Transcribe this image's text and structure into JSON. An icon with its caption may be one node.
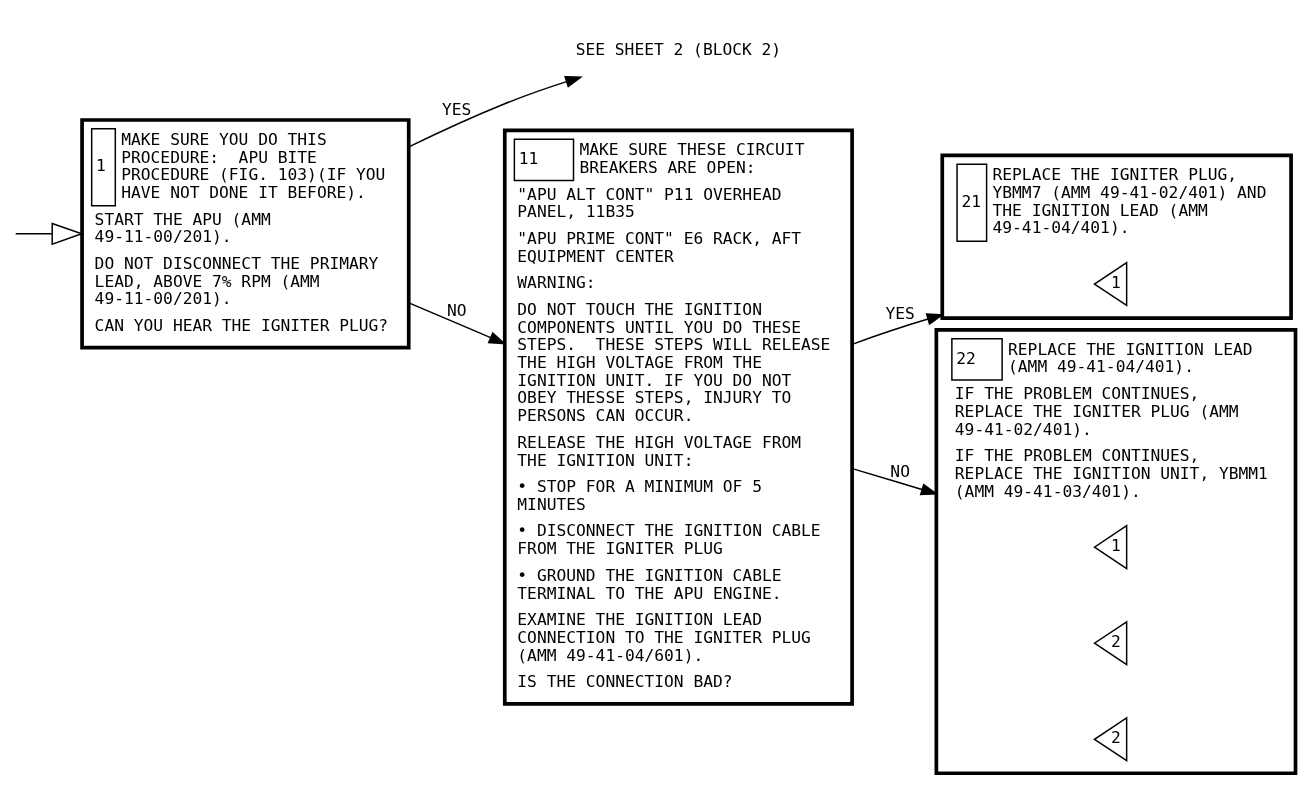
{
  "diagram": {
    "nodes": [
      {
        "text": [
          "1",
          "MAKE SURE YOU DO THIS PROCEDURE:  APU BITE PROCEDURE (FIG. 103)(IF YOU HAVE NOT DONE IT BEFORE).",
          "START THE APU (AMM 49-11-00/201).",
          "DO NOT DISCONNECT THE PRIMARY LEAD, ABOVE 7% RPM (AMM 49-11-00/201).",
          "CAN YOU HEAR THE IGNITER PLUG?"
        ]
      },
      {
        "text": [
          "SEE SHEET 2 (BLOCK 2)"
        ]
      },
      {
        "text": [
          "11",
          "MAKE SURE THESE CIRCUIT BREAKERS ARE OPEN:",
          "\"APU ALT CONT\" P11 OVERHEAD PANEL, 11B35",
          "\"APU PRIME CONT\" E6 RACK, AFT EQUIPMENT CENTER",
          "WARNING:",
          "DO NOT TOUCH THE IGNITION COMPONENTS UNTIL YOU DO THESE STEPS.  THESE STEPS WILL RELEASE THE HIGH VOLTAGE FROM THE IGNITION UNIT. IF YOU DO NOT OBEY THESSE STEPS, INJURY TO PERSONS CAN OCCUR.",
          "RELEASE THE HIGH VOLTAGE FROM THE IGNITION UNIT:",
          "• STOP FOR A MINIMUM OF 5 MINUTES",
          "• DISCONNECT THE IGNITION CABLE FROM THE IGNITER PLUG",
          "• GROUND THE IGNITION CABLE TERMINAL TO THE APU ENGINE.",
          "EXAMINE THE IGNITION LEAD CONNECTION TO THE IGNITER PLUG (AMM 49-41-04/601).",
          "IS THE CONNECTION BAD?"
        ]
      },
      {
        "text": [
          "21",
          "REPLACE THE IGNITER PLUG, YBMM7 (AMM 49-41-02/401) AND THE IGNITION LEAD (AMM 49-41-04/401)."
        ]
      },
      {
        "text": [
          "22",
          "REPLACE THE IGNITION LEAD (AMM 49-41-04/401).",
          "IF THE PROBLEM CONTINUES, REPLACE THE IGNITER PLUG (AMM 49-41-02/401).",
          "IF THE PROBLEM CONTINUES, REPLACE THE IGNITION UNIT, YBMM1 (AMM 49-41-03/401)."
        ]
      },
      {
        "text": [
          "1"
        ],
        "in": 3
      },
      {
        "text": [
          "1"
        ],
        "in": 4
      },
      {
        "text": [
          "2"
        ],
        "in": 4
      },
      {
        "text": [
          "2"
        ],
        "in": 4
      }
    ],
    "edges": [
      {
        "from": null,
        "to": 0,
        "arrow": "to"
      },
      {
        "from": 0,
        "to": 2,
        "arrow": "to",
        "label": "NO"
      },
      {
        "from": 0,
        "to": 1,
        "arrow": "to",
        "label": "YES"
      },
      {
        "from": 2,
        "to": 3,
        "arrow": "to",
        "label": "YES"
      },
      {
        "from": 2,
        "to": 4,
        "arrow": "to",
        "label": "NO"
      }
    ]
  }
}
